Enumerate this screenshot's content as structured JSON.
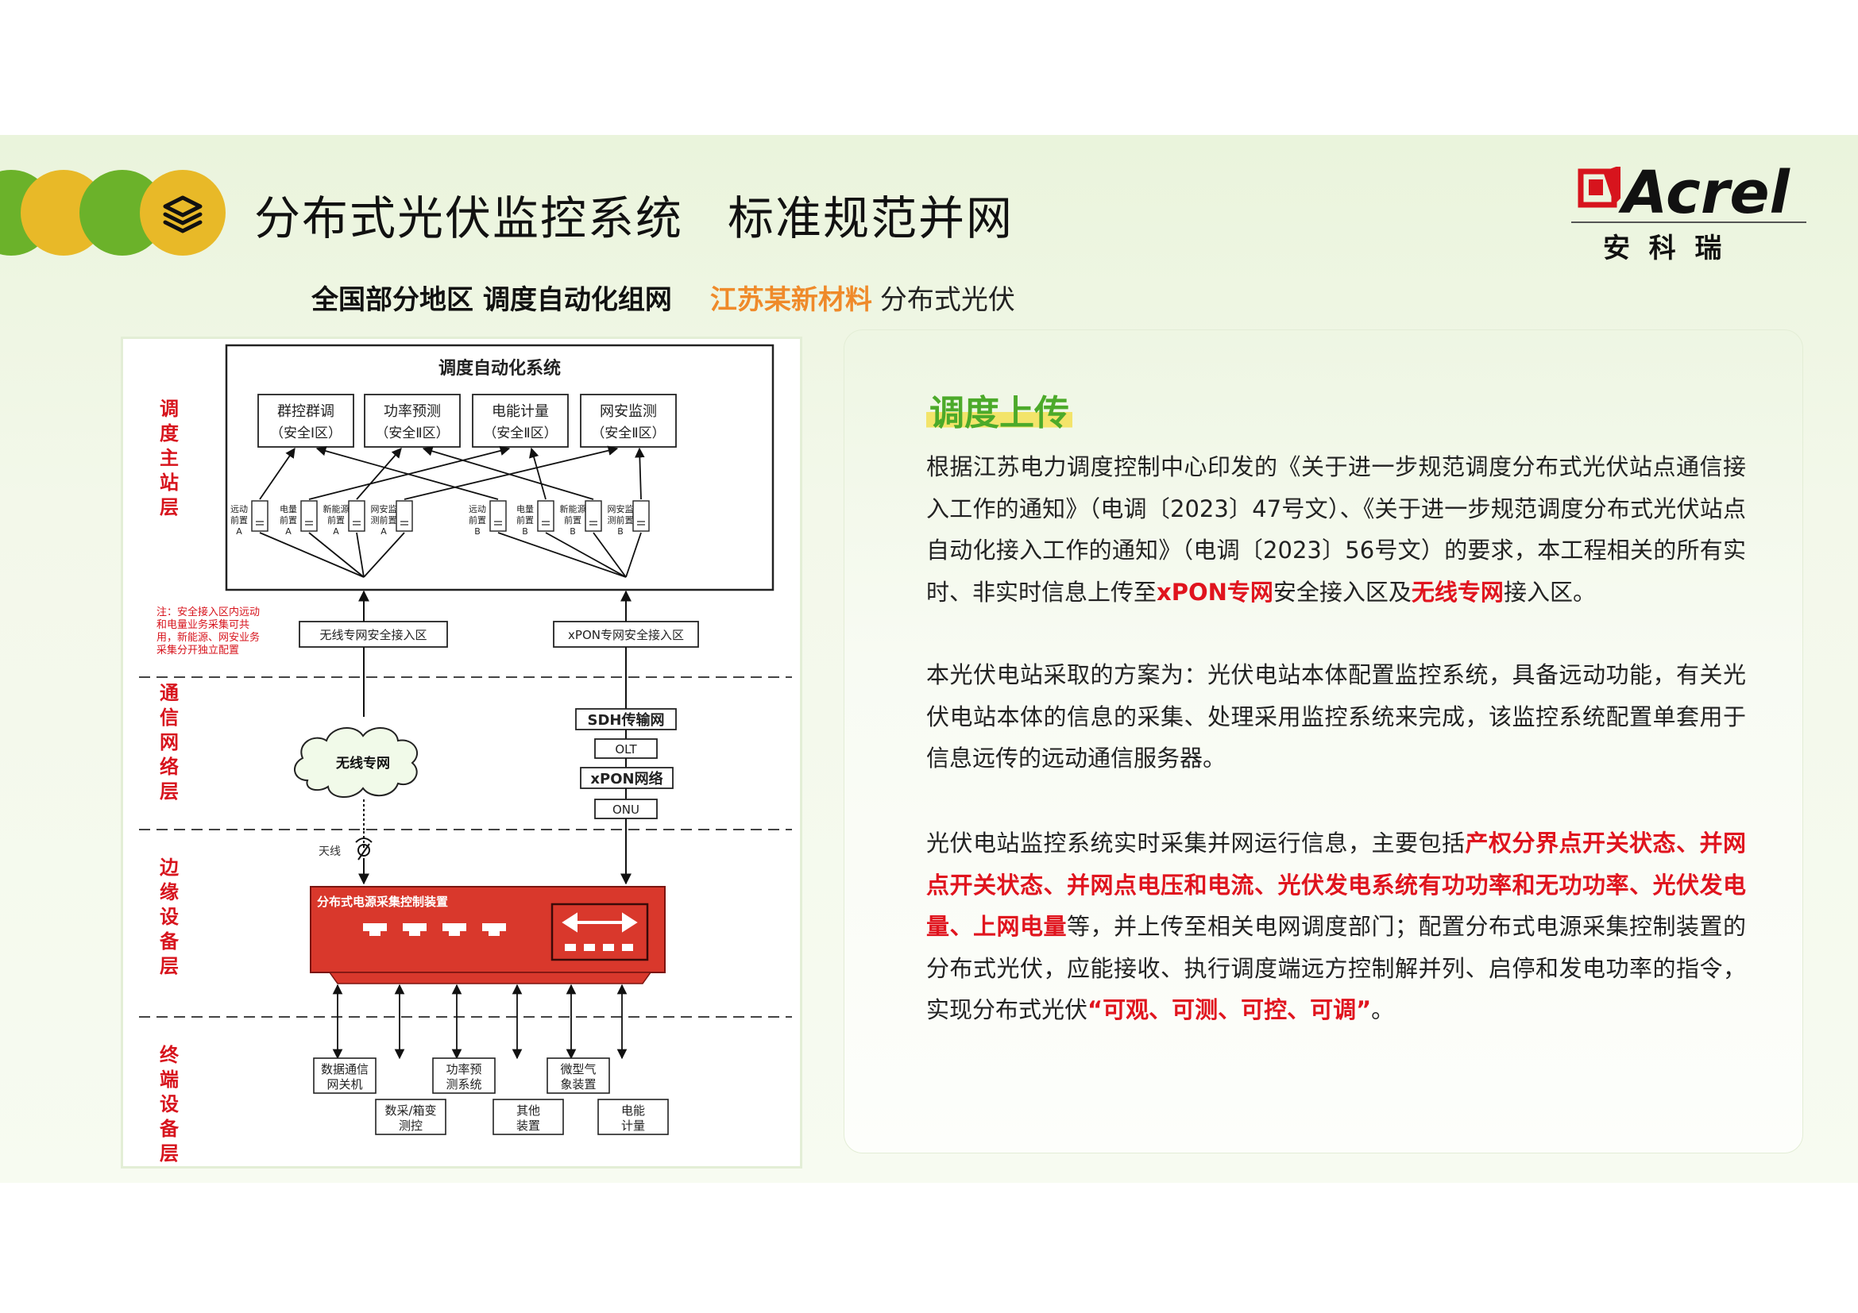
{
  "header": {
    "title_part1": "分布式光伏监控系统",
    "title_part2": "标准规范并网",
    "icon": "layers-icon",
    "circle_colors": [
      "#6bb22a",
      "#e8b928",
      "#6bb22a",
      "#e8b928"
    ]
  },
  "subtitle": {
    "part1": "全国部分地区 调度自动化组网",
    "part2": "江苏某新材料",
    "part3": "分布式光伏"
  },
  "logo": {
    "brand": "Acrel",
    "chinese": "安  科  瑞",
    "color": "#d7141d"
  },
  "diagram": {
    "layers": [
      {
        "name": "调度主站层"
      },
      {
        "name": "通信网络层"
      },
      {
        "name": "边缘设备层"
      },
      {
        "name": "终端设备层"
      }
    ],
    "system_title": "调度自动化系统",
    "top_boxes": [
      {
        "line1": "群控群调",
        "line2": "（安全Ⅰ区）"
      },
      {
        "line1": "功率预测",
        "line2": "（安全Ⅱ区）"
      },
      {
        "line1": "电能计量",
        "line2": "（安全Ⅱ区）"
      },
      {
        "line1": "网安监测",
        "line2": "（安全Ⅱ区）"
      }
    ],
    "front_units": [
      {
        "l1": "远动",
        "l2": "前置",
        "l3": "A"
      },
      {
        "l1": "电量",
        "l2": "前置",
        "l3": "A"
      },
      {
        "l1": "新能源",
        "l2": "前置",
        "l3": "A"
      },
      {
        "l1": "网安监",
        "l2": "测前置",
        "l3": "A"
      },
      {
        "l1": "远动",
        "l2": "前置",
        "l3": "B"
      },
      {
        "l1": "电量",
        "l2": "前置",
        "l3": "B"
      },
      {
        "l1": "新能源",
        "l2": "前置",
        "l3": "B"
      },
      {
        "l1": "网安监",
        "l2": "测前置",
        "l3": "B"
      }
    ],
    "note_lines": [
      "注：安全接入区内远动",
      "和电量业务采集可共",
      "用，新能源、网安业务",
      "采集分开独立配置"
    ],
    "wireless_access": "无线专网安全接入区",
    "xpon_access": "xPON专网安全接入区",
    "wireless_net": "无线专网",
    "sdh": "SDH传输网",
    "olt": "OLT",
    "xpon_net": "xPON网络",
    "onu": "ONU",
    "antenna": "天线",
    "device_title": "分布式电源采集控制装置",
    "terminals_top": [
      {
        "l1": "数据通信",
        "l2": "网关机"
      },
      {
        "l1": "功率预",
        "l2": "测系统"
      },
      {
        "l1": "微型气",
        "l2": "象装置"
      }
    ],
    "terminals_bottom": [
      {
        "l1": "数采/箱变",
        "l2": "测控"
      },
      {
        "l1": "其他",
        "l2": "装置"
      },
      {
        "l1": "电能",
        "l2": "计量"
      }
    ]
  },
  "content": {
    "heading": "调度上传",
    "p1": {
      "t1": "根据江苏电力调度控制中心印发的《关于进一步规范调度分布式光伏站点通信接入工作的通知》（电调〔2023〕47号文）、《关于进一步规范调度分布式光伏站点自动化接入工作的通知》（电调〔2023〕56号文）的要求，本工程相关的所有实时、非实时信息上传至",
      "h1": "xPON专网",
      "t2": "安全接入区及",
      "h2": "无线专网",
      "t3": "接入区。"
    },
    "p2": "本光伏电站采取的方案为：光伏电站本体配置监控系统，具备远动功能，有关光伏电站本体的信息的采集、处理采用监控系统来完成，该监控系统配置单套用于信息远传的远动通信服务器。",
    "p3": {
      "t1": "光伏电站监控系统实时采集并网运行信息，主要包括",
      "h1": "产权分界点开关状态、并网点开关状态、并网点电压和电流、光伏发电系统有功功率和无功功率、光伏发电量、上网电量",
      "t2": "等，并上传至相关电网调度部门；配置分布式电源采集控制装置的分布式光伏，应能接收、执行调度端远方控制解并列、启停和发电功率的指令，实现分布式光伏",
      "h2": "“可观、可测、可控、可调”",
      "t3": "。"
    },
    "highlight_color": "#e0141e",
    "heading_color": "#4caa2a"
  }
}
